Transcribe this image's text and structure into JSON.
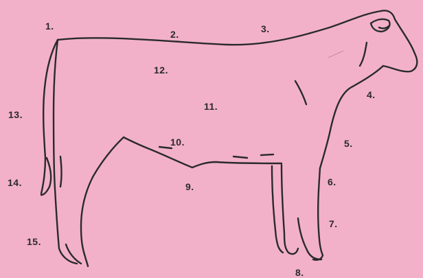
{
  "background_color": "#f2b1c9",
  "line_color": "#2a2a2a",
  "labels": {
    "n1": "1.",
    "n2": "2.",
    "n3": "3.",
    "n4": "4.",
    "n5": "5.",
    "n6": "6.",
    "n7": "7.",
    "n8": "8.",
    "n9": "9.",
    "n10": "10.",
    "n11": "11.",
    "n12": "12.",
    "n13": "13.",
    "n14": "14.",
    "n15": "15."
  }
}
